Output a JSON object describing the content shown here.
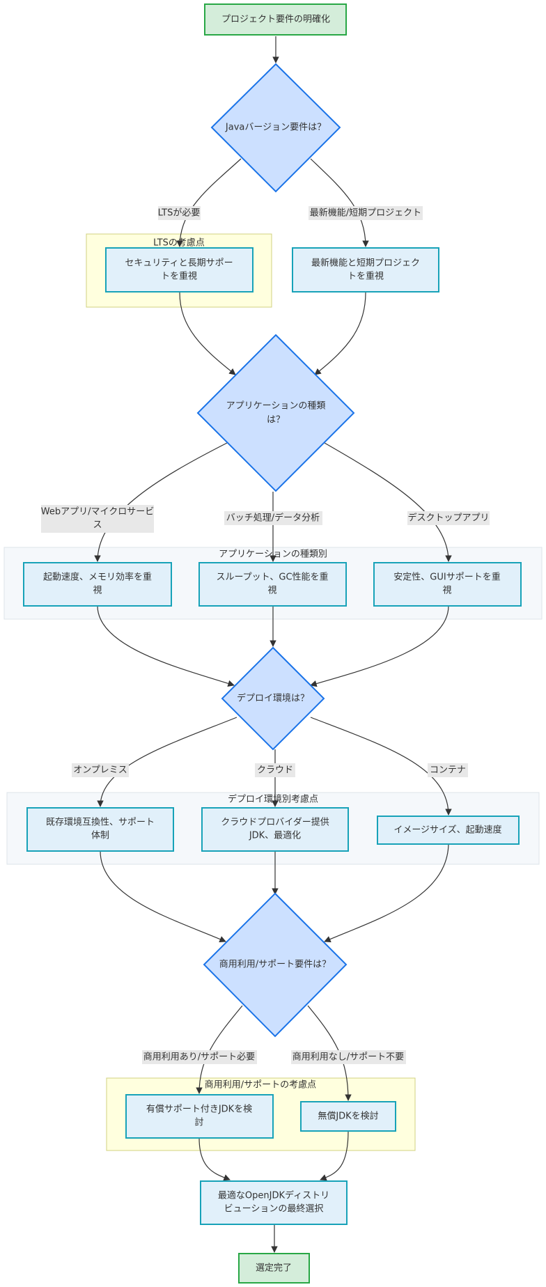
{
  "nodes": {
    "start": "プロジェクト要件の明確化",
    "q_java": "Javaバージョン要件は？",
    "lts_security": [
      "セキュリティと長期サポー",
      "トを重視"
    ],
    "latest_feature": [
      "最新機能と短期プロジェク",
      "トを重視"
    ],
    "q_app": [
      "アプリケーションの種類",
      "は？"
    ],
    "web_focus": [
      "起動速度、メモリ効率を重",
      "視"
    ],
    "batch_focus": [
      "スループット、GC性能を重",
      "視"
    ],
    "desktop_focus": [
      "安定性、GUIサポートを重",
      "視"
    ],
    "q_deploy": "デプロイ環境は？",
    "onprem_focus": [
      "既存環境互換性、サポート",
      "体制"
    ],
    "cloud_focus": [
      "クラウドプロバイダー提供",
      "JDK、最適化"
    ],
    "container_focus": "イメージサイズ、起動速度",
    "q_support": "商用利用/サポート要件は？",
    "paid_jdk": [
      "有償サポート付きJDKを検",
      "討"
    ],
    "free_jdk": "無償JDKを検討",
    "final_select": [
      "最適なOpenJDKディストリ",
      "ビューションの最終選択"
    ],
    "done": "選定完了"
  },
  "groups": {
    "lts": "LTSの考慮点",
    "app_type": "アプリケーションの種類別",
    "deploy": "デプロイ環境別考慮点",
    "support": "商用利用/サポートの考慮点"
  },
  "edge_labels": {
    "lts_needed": "LTSが必要",
    "latest_short": "最新機能/短期プロジェクト",
    "web_micro": [
      "Webアプリ/マイクロサービ",
      "ス"
    ],
    "batch": "バッチ処理/データ分析",
    "desktop": "デスクトップアプリ",
    "onprem": "オンプレミス",
    "cloud": "クラウド",
    "container": "コンテナ",
    "commercial_yes": "商用利用あり/サポート必要",
    "commercial_no": "商用利用なし/サポート不要"
  },
  "colors": {
    "terminal_fill": "#d4edda",
    "terminal_stroke": "#28a745",
    "process_fill": "#e1f0fa",
    "process_stroke": "#17a2b8",
    "decision_fill": "#cce0ff",
    "decision_stroke": "#1a73e8",
    "group_yellow_fill": "#ffffde",
    "group_yellow_stroke": "#d0d080",
    "group_gray_fill": "#f5f8fb",
    "group_gray_stroke": "#dde3ea",
    "edge_label_bg": "#e8e8e8"
  }
}
